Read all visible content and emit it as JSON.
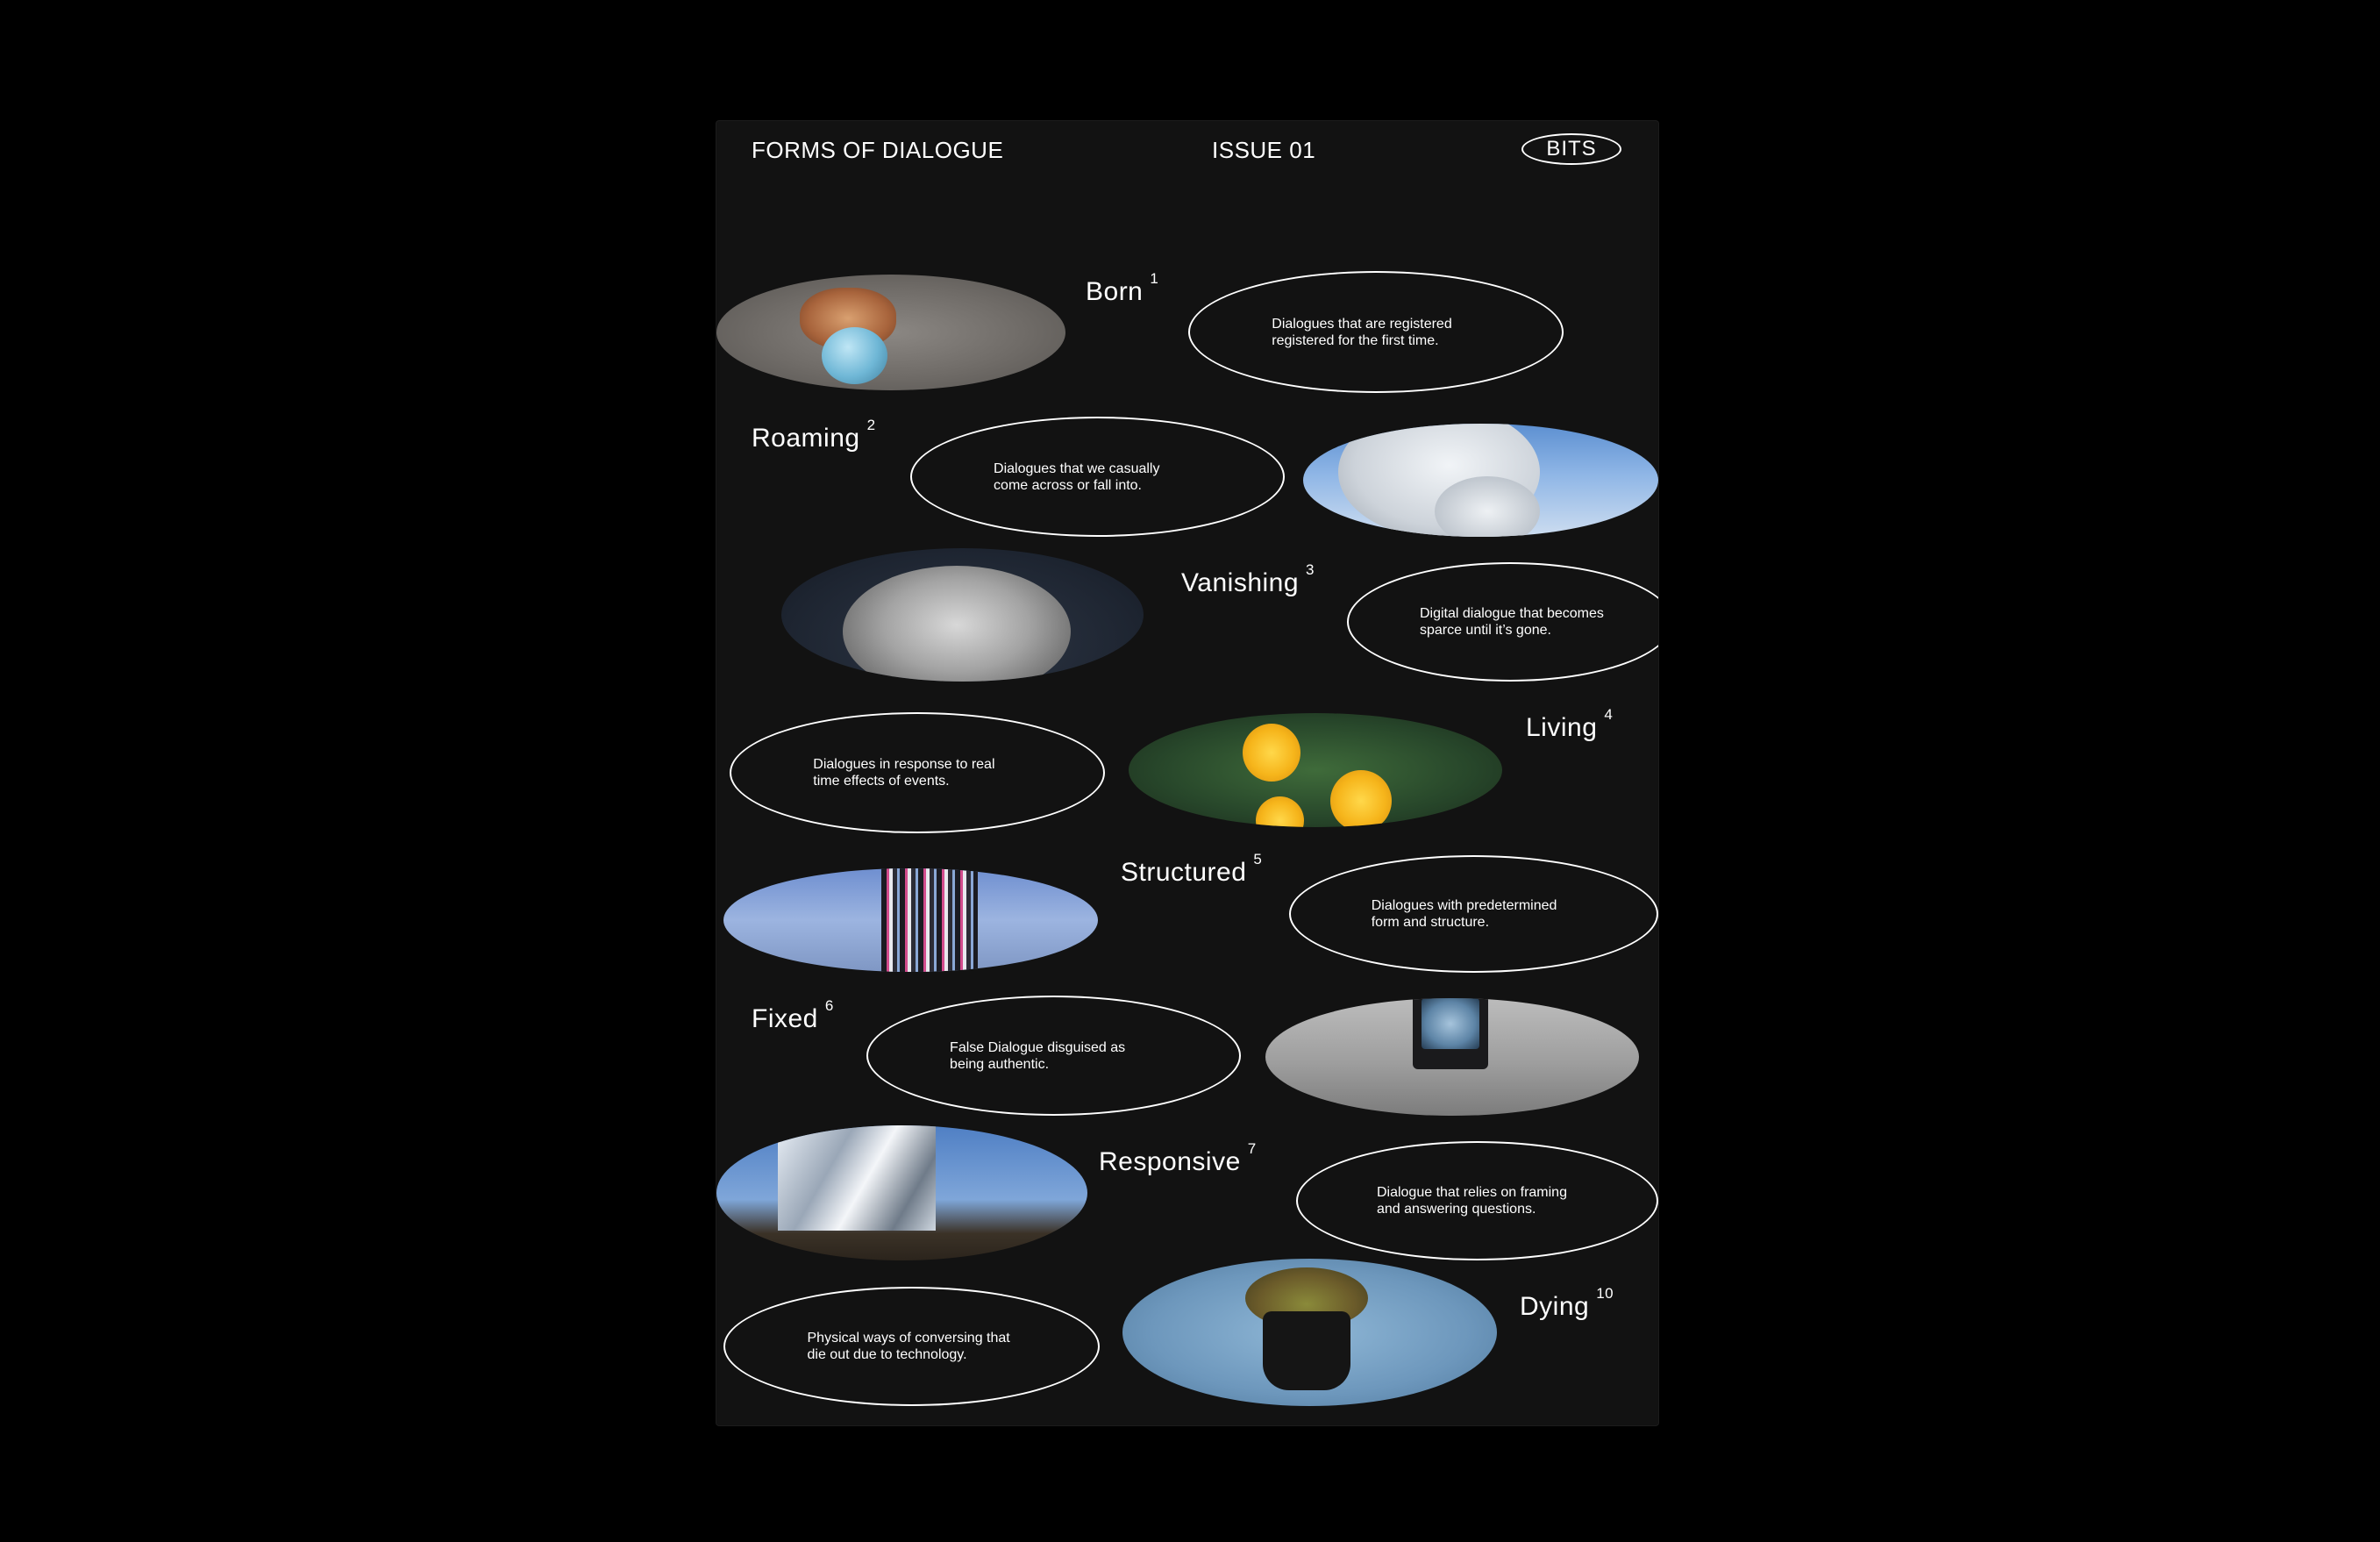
{
  "header": {
    "left": "FORMS OF DIALOGUE",
    "middle": "ISSUE 01",
    "logo": "BITS"
  },
  "items": [
    {
      "title": "Born",
      "number": "1",
      "description": [
        "Dialogues that are registered",
        "registered  for the first time."
      ],
      "image": "baby-birds-egg-photo",
      "palette": [
        "#6f6b67",
        "#6fb7d6",
        "#a8643c"
      ]
    },
    {
      "title": "Roaming",
      "number": "2",
      "description": [
        "Dialogues that  we casually",
        "come across or fall into."
      ],
      "image": "satellite-dish-photo",
      "palette": [
        "#5c8fd1",
        "#f1f4f7"
      ]
    },
    {
      "title": "Vanishing",
      "number": "3",
      "description": [
        "Digital dialogue that becomes",
        "sparce until it’s gone."
      ],
      "image": "smoke-cloud-photo",
      "palette": [
        "#a3a3a3",
        "#1d2430"
      ]
    },
    {
      "title": "Living",
      "number": "4",
      "description": [
        "Dialogues in response to real",
        "time effects of events."
      ],
      "image": "yellow-flowers-photo",
      "palette": [
        "#f6b51b",
        "#27462a"
      ]
    },
    {
      "title": "Structured",
      "number": "5",
      "description": [
        "Dialogues with predetermined",
        "form and structure."
      ],
      "image": "glitched-building-photo",
      "palette": [
        "#9cb4e0",
        "#d34c8d"
      ]
    },
    {
      "title": "Fixed",
      "number": "6",
      "description": [
        "False Dialogue disguised as",
        "being authentic."
      ],
      "image": "monitor-on-floor-photo",
      "palette": [
        "#9e9e9e",
        "#5d84a6"
      ]
    },
    {
      "title": "Responsive",
      "number": "7",
      "description": [
        "Dialogue that relies on framing",
        "and answering questions."
      ],
      "image": "silver-fabric-mountain-photo",
      "palette": [
        "#7fa6d9",
        "#e8eef5"
      ]
    },
    {
      "title": "Dying",
      "number": "10",
      "description": [
        "Physical ways of conversing that",
        "die out due to technology."
      ],
      "image": "wilted-plant-photo",
      "palette": [
        "#6d97bc",
        "#6b5b2a"
      ]
    }
  ]
}
